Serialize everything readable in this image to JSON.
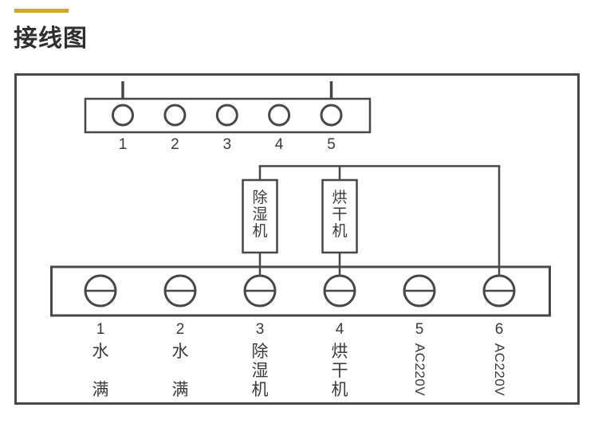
{
  "title": "接线图",
  "colors": {
    "accent": "#D0A72B",
    "line": "#474747",
    "text": "#3a3a3a"
  },
  "top_strip": {
    "terminals": [
      "1",
      "2",
      "3",
      "4",
      "5"
    ]
  },
  "components": {
    "dehumidifier": "除湿机",
    "dryer": "烘干机"
  },
  "bottom_strip": {
    "terminals": [
      {
        "number": "1",
        "label_top": "水",
        "label_bottom": "满"
      },
      {
        "number": "2",
        "label_top": "水",
        "label_bottom": "满"
      },
      {
        "number": "3",
        "label": "除湿机"
      },
      {
        "number": "4",
        "label": "烘干机"
      },
      {
        "number": "5",
        "label": "AC220V"
      },
      {
        "number": "6",
        "label": "AC220V"
      }
    ]
  }
}
